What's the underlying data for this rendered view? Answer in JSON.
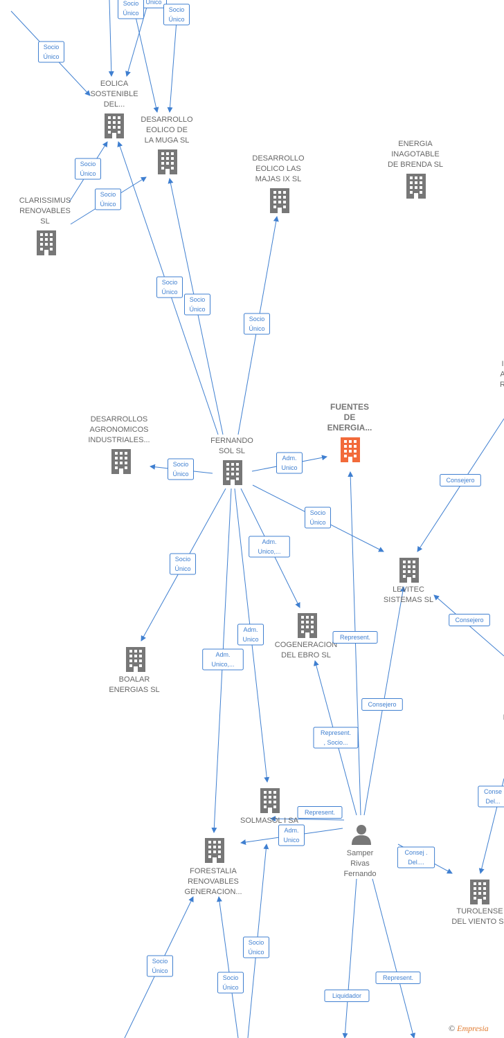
{
  "colors": {
    "edge": "#3f7fd0",
    "building": "#777777",
    "building_highlight": "#f26a3a",
    "person": "#777777"
  },
  "nodes": [
    {
      "id": "eolica",
      "type": "company",
      "label": [
        "EOLICA",
        "SOSTENIBLE",
        "DEL..."
      ],
      "icon": "building-icon"
    },
    {
      "id": "muga",
      "type": "company",
      "label": [
        "DESARROLLO",
        "EOLICO DE",
        "LA MUGA SL"
      ],
      "icon": "building-icon"
    },
    {
      "id": "majas",
      "type": "company",
      "label": [
        "DESARROLLO",
        "EOLICO LAS",
        "MAJAS IX  SL"
      ],
      "icon": "building-icon"
    },
    {
      "id": "brenda",
      "type": "company",
      "label": [
        "ENERGIA",
        "INAGOTABLE",
        "DE BRENDA  SL"
      ],
      "icon": "building-icon"
    },
    {
      "id": "clarissimus",
      "type": "company",
      "label": [
        "CLARISSIMUS",
        "RENOVABLES",
        "SL"
      ],
      "icon": "building-icon"
    },
    {
      "id": "fuentes",
      "type": "company",
      "main": true,
      "label": [
        "FUENTES",
        "DE",
        "ENERGIA..."
      ],
      "icon": "building-icon"
    },
    {
      "id": "agronomicos",
      "type": "company",
      "label": [
        "DESARROLLOS",
        "AGRONOMICOS",
        "INDUSTRIALES..."
      ],
      "icon": "building-icon"
    },
    {
      "id": "fernando",
      "type": "company",
      "label": [
        "FERNANDO",
        "SOL SL"
      ],
      "icon": "building-icon"
    },
    {
      "id": "levitec",
      "type": "company",
      "label": [
        "LEVITEC",
        "SISTEMAS  SL"
      ],
      "icon": "building-icon"
    },
    {
      "id": "cogeneracion",
      "type": "company",
      "label": [
        "COGENERACION",
        "DEL EBRO  SL"
      ],
      "icon": "building-icon"
    },
    {
      "id": "boalar",
      "type": "company",
      "label": [
        "BOALAR",
        "ENERGIAS  SL"
      ],
      "icon": "building-icon"
    },
    {
      "id": "solmasol",
      "type": "company",
      "label": [
        "SOLMASOL I SA"
      ],
      "icon": "building-icon"
    },
    {
      "id": "samper",
      "type": "person",
      "label": [
        "Samper",
        "Rivas",
        "Fernando"
      ],
      "icon": "person-icon"
    },
    {
      "id": "forestalia",
      "type": "company",
      "label": [
        "FORESTALIA",
        "RENOVABLES",
        "GENERACION..."
      ],
      "icon": "building-icon"
    },
    {
      "id": "turolense",
      "type": "company",
      "label": [
        "TUROLENSE",
        "DEL VIENTO SL"
      ],
      "icon": "building-icon"
    },
    {
      "id": "partial_right",
      "type": "company",
      "label": [
        "I",
        "A",
        "R"
      ],
      "icon": "building-icon"
    },
    {
      "id": "partial_right2",
      "type": "company",
      "label": [
        "I"
      ],
      "icon": "building-icon"
    }
  ],
  "edges": [
    {
      "label": [
        "Socio",
        "Único"
      ]
    },
    {
      "label": [
        "Socio",
        "Único"
      ]
    },
    {
      "label": [
        "Único"
      ]
    },
    {
      "label": [
        "Socio",
        "Único"
      ]
    },
    {
      "label": [
        "Socio",
        "Único"
      ]
    },
    {
      "label": [
        "Socio",
        "Único"
      ]
    },
    {
      "label": [
        "Socio",
        "Único"
      ]
    },
    {
      "label": [
        "Socio",
        "Único"
      ]
    },
    {
      "label": [
        "Socio",
        "Único"
      ]
    },
    {
      "label": [
        "Socio",
        "Único"
      ]
    },
    {
      "label": [
        "Socio",
        "Único"
      ]
    },
    {
      "label": [
        "Adm.",
        "Unico"
      ]
    },
    {
      "label": [
        "Socio",
        "Único"
      ]
    },
    {
      "label": [
        "Adm.",
        "Unico,..."
      ]
    },
    {
      "label": [
        "Socio",
        "Único"
      ]
    },
    {
      "label": [
        "Adm.",
        "Unico"
      ]
    },
    {
      "label": [
        "Adm.",
        "Unico,..."
      ]
    },
    {
      "label": [
        "Consejero"
      ]
    },
    {
      "label": [
        "Consejero"
      ]
    },
    {
      "label": [
        "Represent."
      ]
    },
    {
      "label": [
        "Consejero"
      ]
    },
    {
      "label": [
        "Represent.",
        ", Socio..."
      ]
    },
    {
      "label": [
        "Represent."
      ]
    },
    {
      "label": [
        "Adm.",
        "Unico"
      ]
    },
    {
      "label": [
        "Consej .",
        "Del...."
      ]
    },
    {
      "label": [
        "Conse",
        "Del..."
      ]
    },
    {
      "label": [
        "Socio",
        "Único"
      ]
    },
    {
      "label": [
        "Socio",
        "Único"
      ]
    },
    {
      "label": [
        "Socio",
        "Único"
      ]
    },
    {
      "label": [
        "Represent."
      ]
    },
    {
      "label": [
        "Liquidador"
      ]
    }
  ],
  "footer": {
    "copyright": "©",
    "brand": "Empresia"
  }
}
